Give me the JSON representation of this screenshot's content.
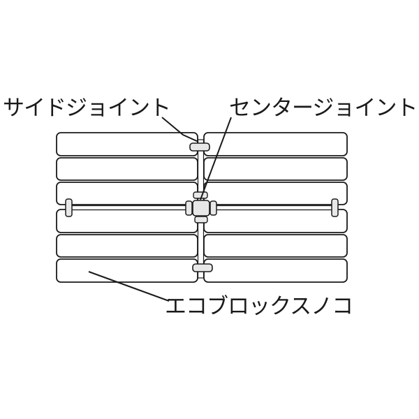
{
  "labels": {
    "side_joint": "サイドジョイント",
    "center_joint": "センタージョイント",
    "product": "エコブロックスノコ"
  },
  "colors": {
    "line": "#1a1a1a",
    "joint_fill": "#e8e8e8",
    "background": "#ffffff"
  }
}
